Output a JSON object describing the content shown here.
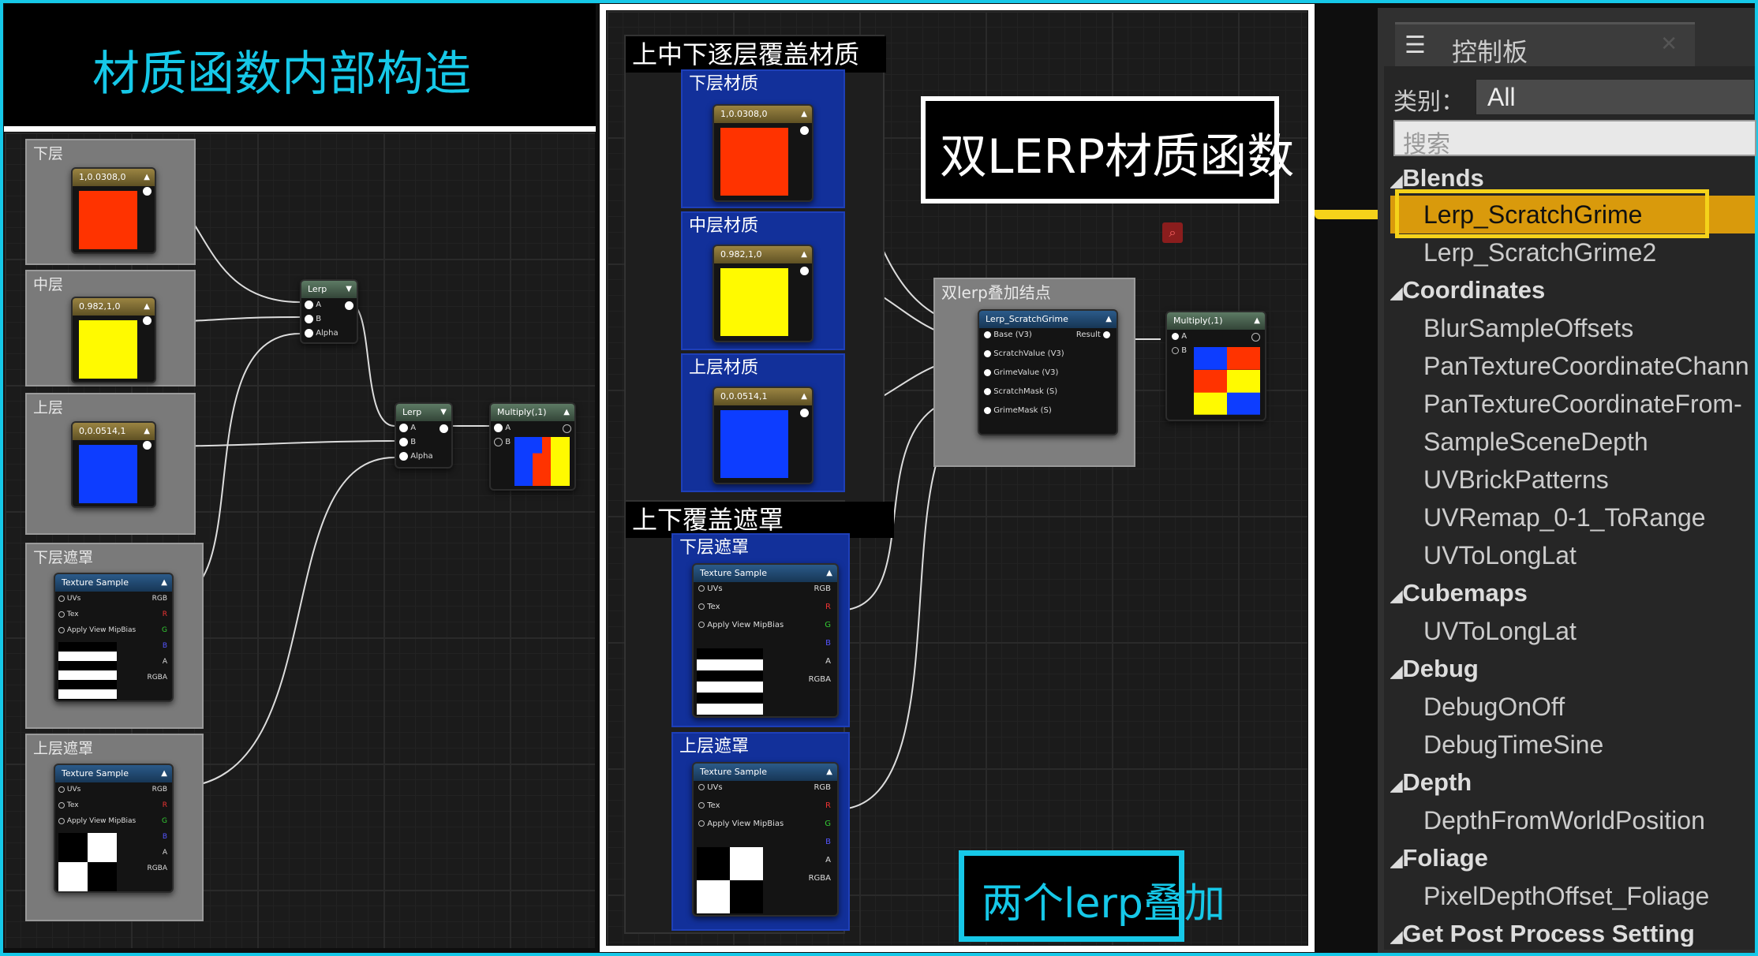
{
  "left_panel": {
    "title": "材质函数内部构造",
    "comments": {
      "bottom": "下层",
      "middle": "中层",
      "top": "上层",
      "bottom_mask": "下层遮罩",
      "top_mask": "上层遮罩"
    },
    "const_bottom": "1,0.0308,0",
    "const_middle": "0.982,1,0",
    "const_top": "0,0.0514,1",
    "lerp1": {
      "title": "Lerp",
      "pin_a": "A",
      "pin_b": "B",
      "pin_alpha": "Alpha"
    },
    "lerp2": {
      "title": "Lerp",
      "pin_a": "A",
      "pin_b": "B",
      "pin_alpha": "Alpha"
    },
    "multiply": {
      "title": "Multiply(,1)",
      "pin_a": "A",
      "pin_b": "B"
    },
    "tex1": {
      "title": "Texture Sample",
      "uvs": "UVs",
      "tex": "Tex",
      "mip": "Apply View MipBias",
      "rgb": "RGB",
      "r": "R",
      "g": "G",
      "b": "B",
      "a": "A",
      "rgba": "RGBA"
    },
    "tex2": {
      "title": "Texture Sample",
      "uvs": "UVs",
      "tex": "Tex",
      "mip": "Apply View MipBias",
      "rgb": "RGB",
      "r": "R",
      "g": "G",
      "b": "B",
      "a": "A",
      "rgba": "RGBA"
    }
  },
  "middle_panel": {
    "group_title": "上中下逐层覆盖材质",
    "c_bottom": "下层材质",
    "c_middle": "中层材质",
    "c_top": "上层材质",
    "const_bottom": "1,0.0308,0",
    "const_middle": "0.982,1,0",
    "const_top": "0,0.0514,1",
    "mask_group_title": "上下覆盖遮罩",
    "c_bottom_mask": "下层遮罩",
    "c_top_mask": "上层遮罩",
    "tex1": {
      "title": "Texture Sample",
      "uvs": "UVs",
      "tex": "Tex",
      "mip": "Apply View MipBias",
      "rgb": "RGB",
      "r": "R",
      "g": "G",
      "b": "B",
      "a": "A",
      "rgba": "RGBA"
    },
    "tex2": {
      "title": "Texture Sample",
      "uvs": "UVs",
      "tex": "Tex",
      "mip": "Apply View MipBias",
      "rgb": "RGB",
      "r": "R",
      "g": "G",
      "b": "B",
      "a": "A",
      "rgba": "RGBA"
    },
    "callout_main": "双LERP材质函数",
    "func_comment": "双lerp叠加结点",
    "func_node": {
      "title": "Lerp_ScratchGrime",
      "base": "Base (V3)",
      "result": "Result",
      "scratch_value": "ScratchValue (V3)",
      "grime_value": "GrimeValue (V3)",
      "scratch_mask": "ScratchMask (S)",
      "grime_mask": "GrimeMask (S)"
    },
    "multiply": {
      "title": "Multiply(,1)",
      "pin_a": "A",
      "pin_b": "B"
    },
    "callout_bottom": "两个lerp叠加"
  },
  "palette": {
    "title": "控制板",
    "category_label": "类别：",
    "category_value": "All",
    "search_placeholder": "搜索",
    "groups": [
      {
        "name": "Blends",
        "items": [
          "Lerp_ScratchGrime",
          "Lerp_ScratchGrime2"
        ]
      },
      {
        "name": "Coordinates",
        "items": [
          "BlurSampleOffsets",
          "PanTextureCoordinateChann",
          "PanTextureCoordinateFrom-",
          "SampleSceneDepth",
          "UVBrickPatterns",
          "UVRemap_0-1_ToRange",
          "UVToLongLat"
        ]
      },
      {
        "name": "Cubemaps",
        "items": [
          "UVToLongLat"
        ]
      },
      {
        "name": "Debug",
        "items": [
          "DebugOnOff",
          "DebugTimeSine"
        ]
      },
      {
        "name": "Depth",
        "items": [
          "DepthFromWorldPosition"
        ]
      },
      {
        "name": "Foliage",
        "items": [
          "PixelDepthOffset_Foliage"
        ]
      },
      {
        "name": "Get Post Process Setting",
        "items": []
      }
    ],
    "selected_item": "Lerp_ScratchGrime"
  },
  "colors": {
    "accent_cyan": "#16c8e8",
    "orange_red": "#ff3300",
    "yellow": "#fffa00",
    "blue": "#0d3dff",
    "highlight_yellow": "#f5d21a",
    "selection_orange": "#d99a0c"
  }
}
